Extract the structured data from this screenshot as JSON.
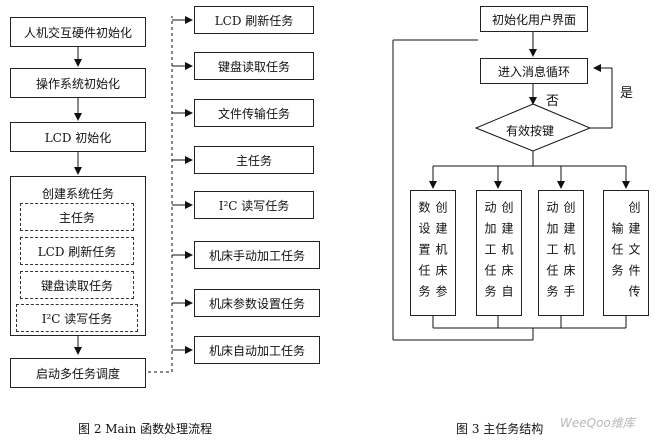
{
  "fig2": {
    "main_flow": [
      "人机交互硬件初始化",
      "操作系统初始化",
      "LCD 初始化"
    ],
    "create_tasks_title": "创建系统任务",
    "inner_tasks": [
      "主任务",
      "LCD 刷新任务",
      "键盘读取任务",
      "I²C 读写任务"
    ],
    "start_scheduler": "启动多任务调度",
    "tasks": [
      "LCD 刷新任务",
      "键盘读取任务",
      "文件传输任务",
      "主任务",
      "I²C 读写任务",
      "机床手动加工任务",
      "机床参数设置任务",
      "机床自动加工任务"
    ],
    "caption": "图 2 Main  函数处理流程"
  },
  "fig3": {
    "init": "初始化用户界面",
    "loop": "进入消息循环",
    "decision": "有效按键",
    "yes": "是",
    "no": "否",
    "tasks": [
      "创建机床参数设置任务",
      "创建机床自动加工任务",
      "创建机床手动加工任务",
      "创建文件传输任务"
    ],
    "caption": "图 3  主任务结构"
  },
  "watermark": "WeeQoo维库"
}
